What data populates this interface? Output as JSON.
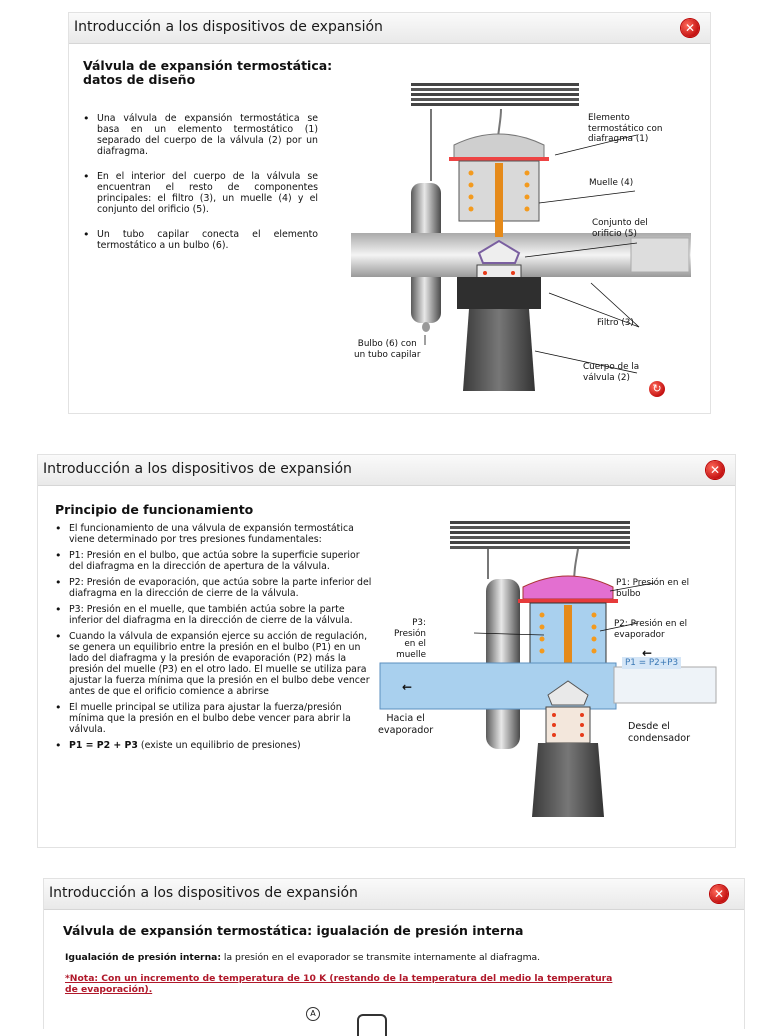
{
  "panel1": {
    "title": "Introducción a los dispositivos de expansión",
    "heading": "Válvula de expansión termostática:\ndatos de diseño",
    "bullets": [
      "Una válvula de expansión termostática se basa en un elemento termostático (1) separado del cuerpo de la válvula (2) por un diafragma.",
      "En el interior del cuerpo de la válvula se encuentran el resto de componentes principales: el filtro (3), un muelle (4) y el conjunto del orificio (5).",
      "Un tubo capilar conecta el elemento termostático a un bulbo (6)."
    ],
    "labels": {
      "elemento": "Elemento\ntermostático con\ndiafragma (1)",
      "muelle": "Muelle (4)",
      "conjunto": "Conjunto del\norificio (5)",
      "filtro": "Filtro (3)",
      "bulbo": "Bulbo (6) con\nun tubo capilar",
      "cuerpo": "Cuerpo de la\nválvula (2)"
    }
  },
  "panel2": {
    "title": "Introducción a los dispositivos de expansión",
    "heading": "Principio de funcionamiento",
    "bullets": [
      "El funcionamiento de una válvula de expansión termostática viene determinado por tres presiones fundamentales:",
      "P1: Presión en el bulbo, que actúa sobre la superficie superior del diafragma en la dirección de apertura de la válvula.",
      "P2: Presión de evaporación, que actúa sobre la parte inferior del diafragma en la dirección de cierre de la válvula.",
      "P3: Presión en el muelle, que también actúa sobre la parte inferior del diafragma en la dirección de cierre de la válvula.",
      "Cuando la válvula de expansión ejerce su acción de regulación, se genera un equilibrio entre la presión en el bulbo (P1) en un lado del diafragma y la presión de evaporación (P2) más la presión del muelle (P3) en el otro lado. El muelle se utiliza para ajustar la fuerza mínima que la presión en el bulbo debe vencer antes de que el orificio comience a abrirse",
      "El muelle principal se utiliza para ajustar la fuerza/presión mínima que la presión en el bulbo debe vencer para abrir la válvula."
    ],
    "last_bullet_bold": "P1 = P2 + P3",
    "last_bullet_rest": " (existe un equilibrio de presiones)",
    "labels": {
      "p1": "P1: Presión en el\nbulbo",
      "p2": "P2: Presión en el\nevaporador",
      "p3": "P3: Presión\nen el\nmuelle",
      "equation": "P1 = P2+P3",
      "hacia": "Hacia el\nevaporador",
      "desde": "Desde el\ncondensador"
    }
  },
  "panel3": {
    "title": "Introducción a los dispositivos de expansión",
    "heading": "Válvula de expansión termostática: igualación de presión interna",
    "line_bold": "Igualación de presión interna:",
    "line_rest": " la presión en el evaporador se transmite internamente al diafragma.",
    "note": "*Nota: Con un incremento de temperatura de 10 K (restando de la temperatura del medio la temperatura de evaporación).",
    "marker": "A"
  },
  "icons": {
    "close": "close-icon",
    "next": "next-icon"
  },
  "colors": {
    "close_red": "#d21d14",
    "note_red": "#b0182a",
    "rod_orange": "#e58a1a",
    "pipe_blue": "#a9d0ee",
    "pink_chamber": "#e36fd0"
  }
}
